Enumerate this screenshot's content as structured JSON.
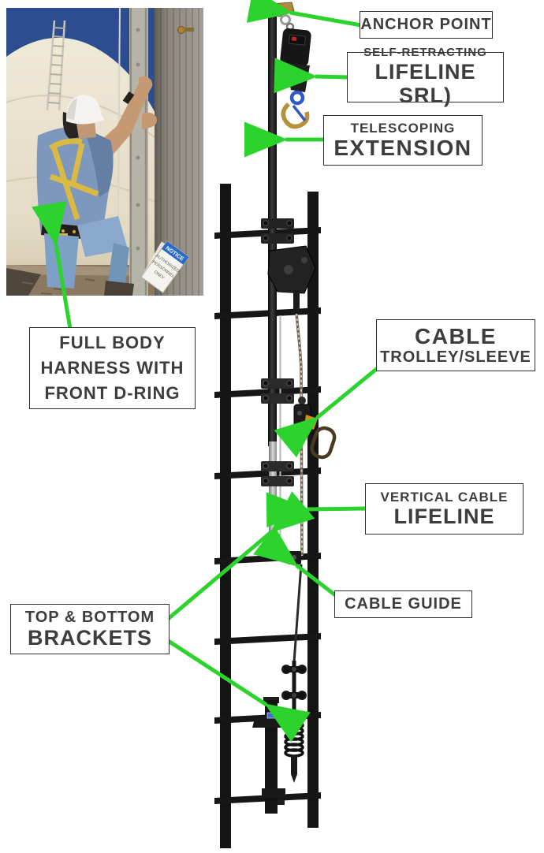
{
  "callouts": {
    "anchor_point": {
      "title": "ANCHOR POINT"
    },
    "srl": {
      "subtitle": "SELF-RETRACTING",
      "title": "LIFELINE SRL)"
    },
    "telescoping_extension": {
      "subtitle": "TELESCOPING",
      "title": "EXTENSION"
    },
    "cable_trolley": {
      "title": "CABLE",
      "subtitle": "TROLLEY/SLEEVE"
    },
    "vertical_cable_lifeline": {
      "subtitle": "VERTICAL CABLE",
      "title": "LIFELINE"
    },
    "cable_guide": {
      "title": "CABLE GUIDE"
    },
    "top_bottom_brackets": {
      "subtitle": "TOP & BOTTOM",
      "title": "BRACKETS"
    },
    "full_body_harness": {
      "line1": "FULL BODY",
      "line2": "HARNESS WITH",
      "line3": "FRONT D-RING"
    }
  },
  "photo": {
    "alt": "Worker in white hard hat and full body harness climbing a fixed ladder beside a storage tank",
    "sign": {
      "header": "NOTICE",
      "lines": [
        "AUTHORIZED",
        "PERSONNEL",
        "ONLY"
      ]
    }
  },
  "colors": {
    "arrow_green": "#2cd32c",
    "label_text": "#3d3d3d",
    "label_border": "#2f2f2f",
    "ladder_black": "#141414",
    "harness_yellow": "#d9ba44",
    "sky_blue": "#2c4d8f"
  }
}
